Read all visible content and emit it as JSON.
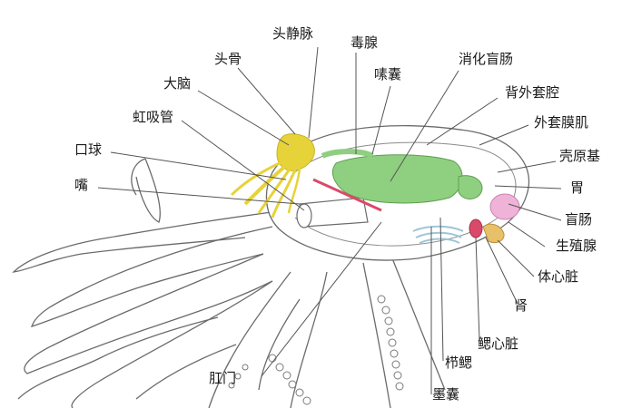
{
  "labels": {
    "head_vein": "头静脉",
    "poison_gland": "毒腺",
    "cephalic_cartilage": "头骨",
    "crop": "嗉囊",
    "digestive_caecum": "消化盲肠",
    "brain": "大脑",
    "dorsal_mantle_cavity": "背外套腔",
    "siphon": "虹吸管",
    "outer_mantle_muscle": "外套膜肌",
    "buccal_bulb": "口球",
    "shell_rudiment": "壳原基",
    "mouth": "嘴",
    "stomach": "胃",
    "caecum": "盲肠",
    "gonad": "生殖腺",
    "systemic_heart": "体心脏",
    "kidney": "肾",
    "branchial_heart": "鳃心脏",
    "anus": "肛门",
    "gill": "栉鳃",
    "ink_sac": "墨囊"
  },
  "colors": {
    "brain": "#e6d33a",
    "digestive": "#8fcf80",
    "gonad": "#efb3d8",
    "heart": "#d94a6a",
    "kidney": "#e8c06a",
    "gill": "#9ec6d8",
    "body_outline": "#6b6b6b",
    "leader": "#555555"
  }
}
